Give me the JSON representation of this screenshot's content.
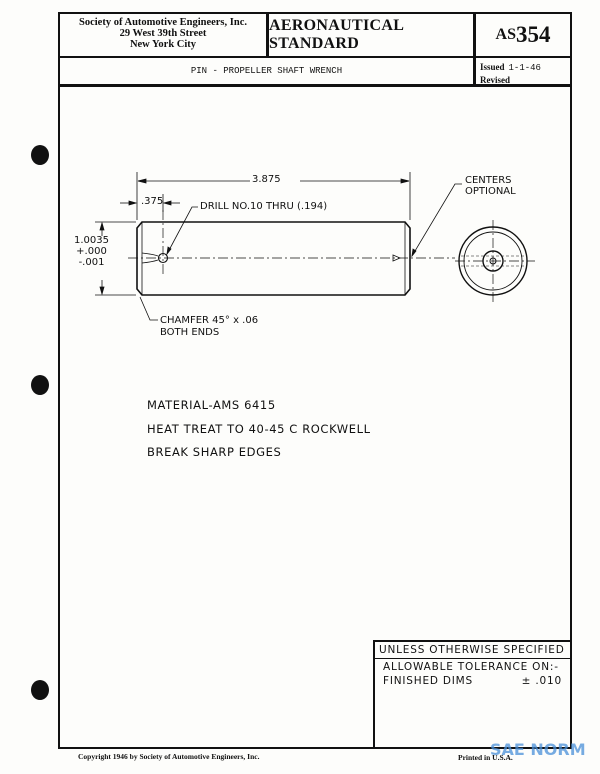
{
  "header": {
    "organization_lines": [
      "Society of Automotive Engineers, Inc.",
      "29 West 39th Street",
      "New York City"
    ],
    "title": "AERONAUTICAL STANDARD",
    "standard_prefix": "AS",
    "standard_number": "354",
    "part_name": "PIN - PROPELLER SHAFT WRENCH",
    "issued_label": "Issued",
    "issued_date": "1-1-46",
    "revised_label": "Revised"
  },
  "drawing": {
    "overall_length": "3.875",
    "hole_offset": ".375",
    "drill_note": "DRILL NO.10 THRU (.194)",
    "diameter_lines": [
      "1.0035",
      "+.000",
      "-.001"
    ],
    "centers_note_lines": [
      "CENTERS",
      "OPTIONAL"
    ],
    "chamfer_note_lines": [
      "CHAMFER 45° x .06",
      "BOTH ENDS"
    ]
  },
  "notes": [
    "MATERIAL-AMS 6415",
    "HEAT TREAT TO 40-45 C ROCKWELL",
    "BREAK SHARP EDGES"
  ],
  "tolerance": {
    "heading": "UNLESS OTHERWISE SPECIFIED",
    "line1": "ALLOWABLE TOLERANCE ON:-",
    "line2_label": "FINISHED DIMS",
    "line2_value": "± .010"
  },
  "footer": {
    "copyright": "Copyright 1946 by Society of Automotive Engineers, Inc.",
    "printed": "Printed in U.S.A.",
    "watermark": "SAE NORM"
  },
  "colors": {
    "ink": "#111111",
    "paper": "#fdfdfb",
    "watermark": "#4a90d9"
  }
}
